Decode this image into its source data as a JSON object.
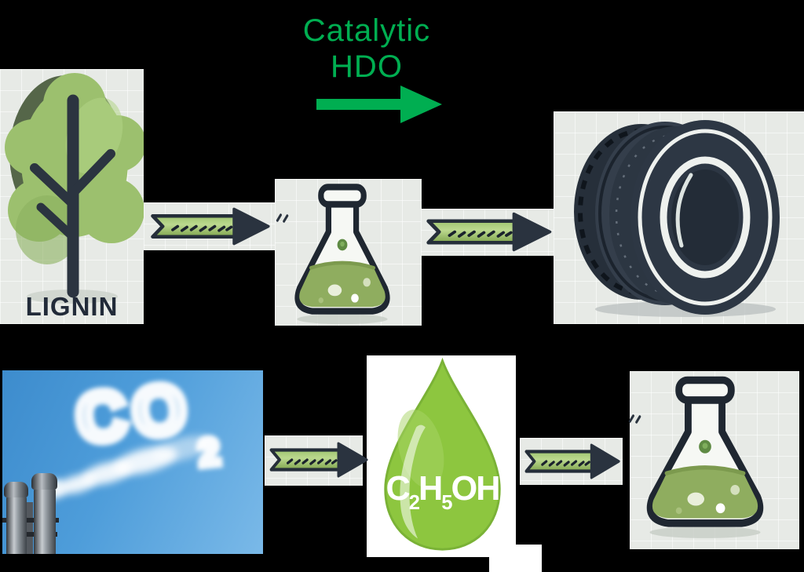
{
  "process_label": {
    "line1": "Catalytic",
    "line2": "HDO"
  },
  "nodes": {
    "lignin": {
      "label": "LIGNIN",
      "icon": "tree-icon"
    },
    "intermediate_flask": {
      "icon": "flask-icon"
    },
    "tire": {
      "icon": "tire-icon"
    },
    "co2": {
      "cloud_text_main": "CO",
      "cloud_text_sub": "2",
      "icon": "smokestack-icon"
    },
    "ethanol": {
      "formula_c": "C",
      "formula_sub_2": "2",
      "formula_h": "H",
      "formula_sub_5": "5",
      "formula_oh": "OH",
      "icon": "droplet-icon"
    },
    "product_flask": {
      "icon": "flask-icon"
    }
  },
  "flow": {
    "top_arrows": 2,
    "bottom_arrows": 2,
    "arrow_style": "hand-drawn-green"
  },
  "colors": {
    "accent_green": "#00AE51",
    "lime_green": "#8DC63F",
    "liquid_green": "#8FAD5F",
    "arrow_body_green": "#A5C97A",
    "dark_navy": "#2A333F",
    "sky_blue": "#4E9DDA",
    "panel_gray": "#E7EAE6",
    "background": "#000000",
    "white": "#FFFFFF"
  }
}
